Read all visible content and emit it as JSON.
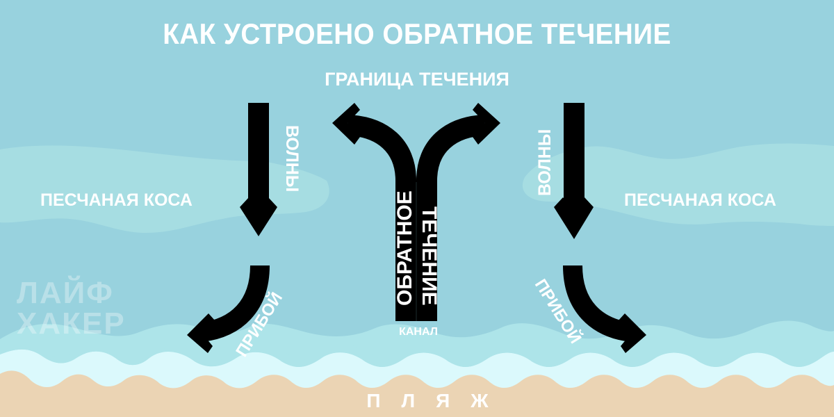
{
  "title": "КАК УСТРОЕНО ОБРАТНОЕ ТЕЧЕНИЕ",
  "labels": {
    "boundary": "ГРАНИЦА ТЕЧЕНИЯ",
    "sand_spit_left": "ПЕСЧАНАЯ КОСА",
    "sand_spit_right": "ПЕСЧАНАЯ КОСА",
    "waves_left": "ВОЛНЫ",
    "waves_right": "ВОЛНЫ",
    "rip_current_part1": "ОБРАТНОЕ",
    "rip_current_part2": "ТЕЧЕНИЕ",
    "channel": "КАНАЛ",
    "surf_left": "ПРИБОЙ",
    "surf_right": "ПРИБОЙ",
    "beach": "ПЛЯЖ"
  },
  "logo": {
    "line1": "ЛАЙФ",
    "line2": "ХАКЕР"
  },
  "colors": {
    "sea": "#98d2de",
    "sand_spit": "#a6dde2",
    "shallow_water": "#ade4e9",
    "foam": "#dbf9fc",
    "sand": "#ebd4b4",
    "arrow": "#000000",
    "text": "#ffffff"
  }
}
